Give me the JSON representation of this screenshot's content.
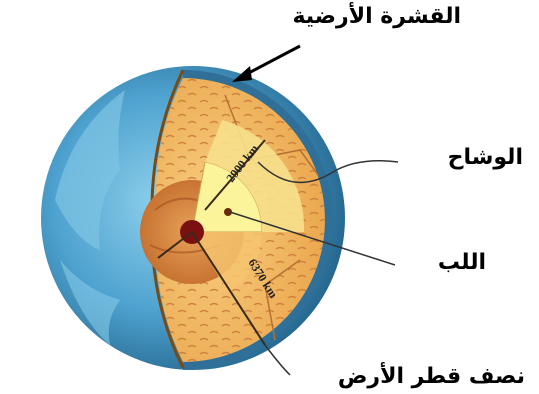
{
  "labels": {
    "crust": "القشرة الأرضية",
    "mantle": "الوشاح",
    "core": "اللب",
    "radius": "نصف قطر الأرض"
  },
  "distances": {
    "mantle_depth": "2900 km",
    "earth_radius": "6370 km"
  },
  "colors": {
    "ocean_outer": "#2c6f96",
    "ocean_light": "#5fb3da",
    "crust": "#f2b158",
    "mantle_cutaway": "#f6c46e",
    "outer_core": "#d98a3c",
    "inner_core": "#fbf49a",
    "center": "#7a1010"
  }
}
